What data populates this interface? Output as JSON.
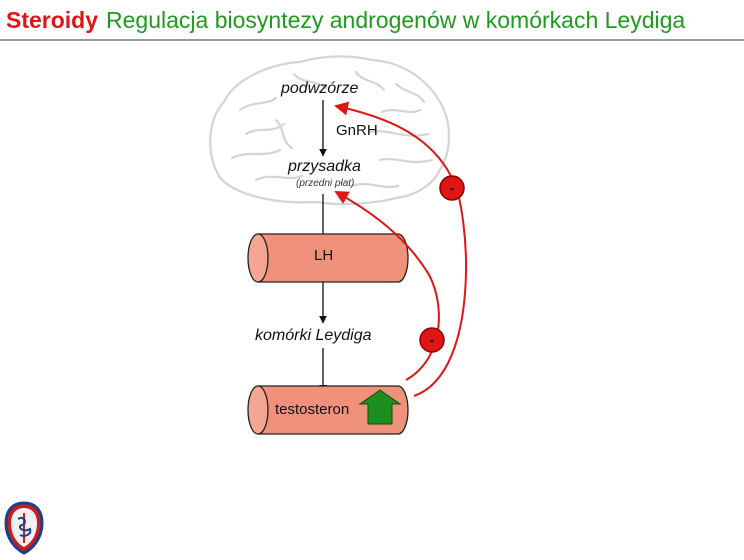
{
  "header": {
    "title_prefix": "Steroidy",
    "title_main": "Regulacja biosyntezy androgenów w komórkach Leydiga"
  },
  "diagram": {
    "hypothalamus": "podwzórze",
    "hormone_gnrh": "GnRH",
    "pituitary": "przysadka",
    "pituitary_note": "(przedni płat)",
    "hormone_lh": "LH",
    "leydig_cells": "komórki Leydiga",
    "testosterone": "testosteron",
    "feedback_sign_upper": "-",
    "feedback_sign_lower": "-"
  },
  "colors": {
    "title_prefix": "#e01515",
    "title_main": "#1f9a1f",
    "cylinder_fill": "#f0917b",
    "feedback_arrow": "#e01515",
    "increase_arrow": "#1e8f1e"
  },
  "icons": {
    "brain": "brain-outline-icon",
    "increase": "up-arrow-icon",
    "logo": "university-seal-icon"
  }
}
